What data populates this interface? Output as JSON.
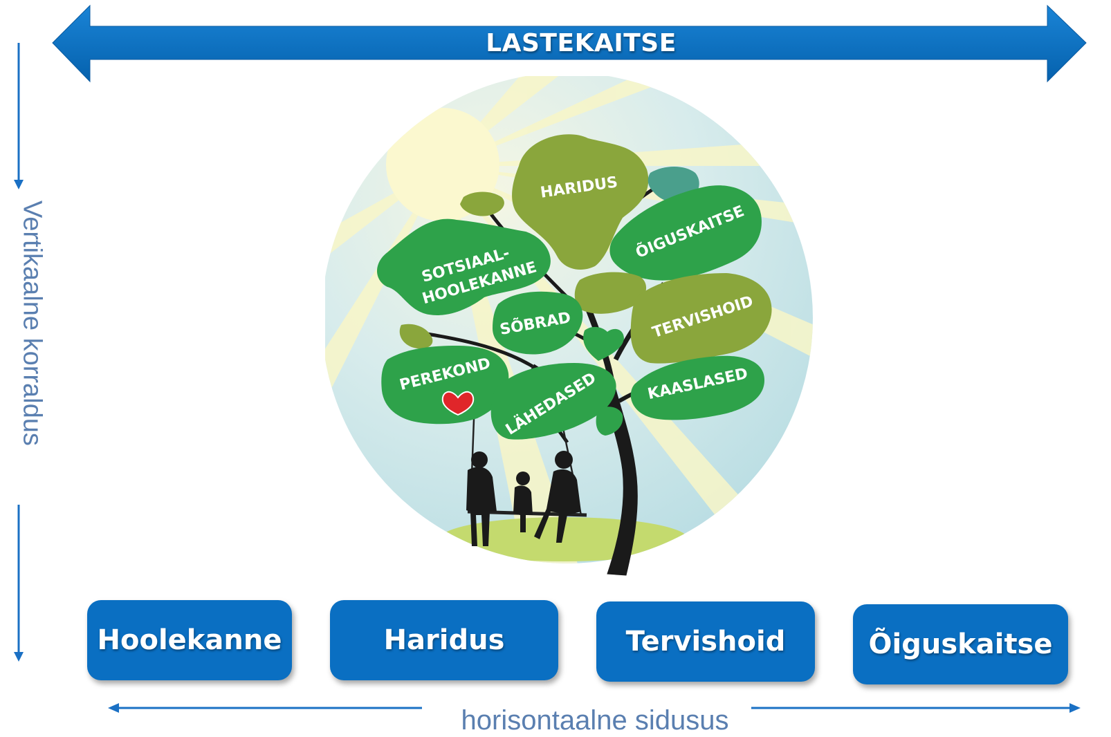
{
  "top_banner": {
    "label": "LASTEKAITSE"
  },
  "vertical_axis": {
    "label": "Vertikaalne korraldus"
  },
  "horizontal_axis": {
    "label": "horisontaalne sidusus"
  },
  "sectors": [
    {
      "label": "Hoolekanne"
    },
    {
      "label": "Haridus"
    },
    {
      "label": "Tervishoid"
    },
    {
      "label": "Õiguskaitse"
    }
  ],
  "tree_leaves": {
    "haridus": "HARIDUS",
    "sotsiaal_line1": "SOTSIAAL-",
    "sotsiaal_line2": "HOOLEKANNE",
    "oiguskaitse": "ÕIGUSKAITSE",
    "sobrad": "SÕBRAD",
    "tervishoid": "TERVISHOID",
    "perekond": "PEREKOND",
    "lahedased": "LÄHEDASED",
    "kaaslased": "KAASLASED"
  },
  "colors": {
    "accent_blue": "#0a6fc2",
    "leaf_green": "#2ea24a",
    "leaf_olive": "#8aa63c",
    "leaf_teal": "#4a9f8c",
    "label_text": "#5a7fb0",
    "heart_red": "#e0262a"
  }
}
